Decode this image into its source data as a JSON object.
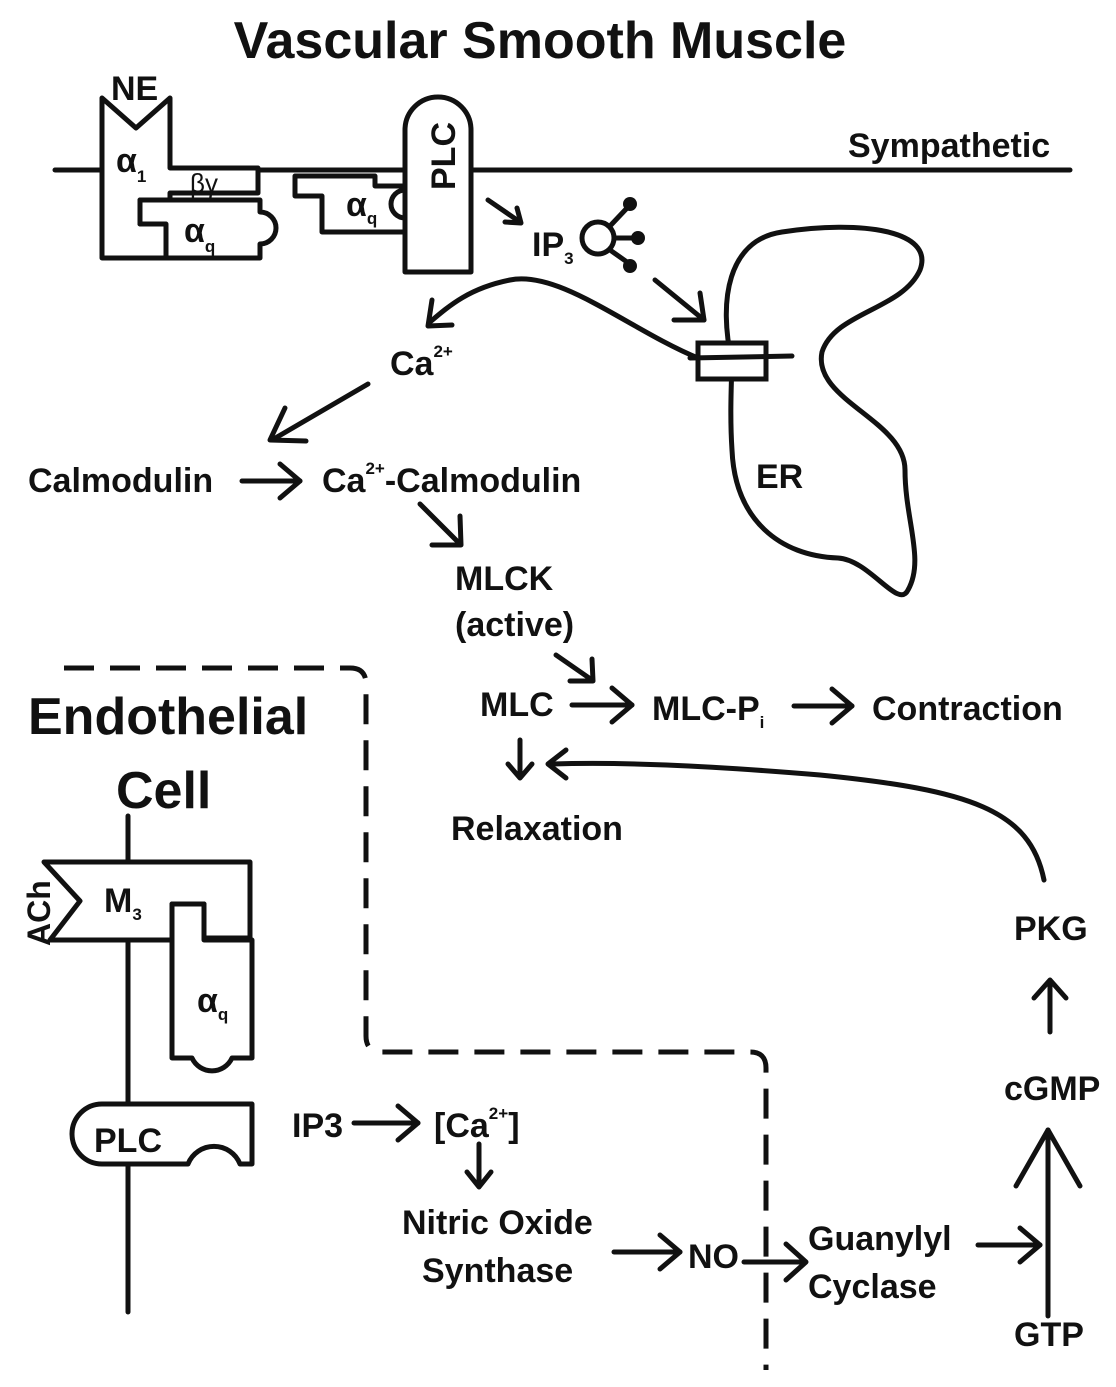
{
  "title": "Vascular Smooth Muscle",
  "membrane_label": "Sympathetic",
  "receptor_ligand": "NE",
  "receptor": {
    "symbol": "α",
    "sub": "1"
  },
  "beta_gamma": "βγ",
  "gq_symbol": "α",
  "gq_sub": "q",
  "plc_label": "PLC",
  "ip3": {
    "main": "IP",
    "sub": "3"
  },
  "er_label": "ER",
  "ca": {
    "main": "Ca",
    "sup": "2+"
  },
  "calmodulin": "Calmodulin",
  "ca_calmodulin": {
    "main": "Ca",
    "sup": "2+",
    "rest": "-Calmodulin"
  },
  "mlck": {
    "line1": "MLCK",
    "line2": "(active)"
  },
  "mlc": "MLC",
  "mlc_pi": {
    "main": "MLC-P",
    "sub": "i"
  },
  "contraction": "Contraction",
  "relaxation": "Relaxation",
  "endothelial": {
    "line1": "Endothelial",
    "line2": "Cell"
  },
  "ach": "ACh",
  "m3": {
    "main": "M",
    "sub": "3"
  },
  "endo_gq": {
    "symbol": "α",
    "sub": "q"
  },
  "endo_plc": "PLC",
  "endo_ip3": "IP3",
  "endo_ca": {
    "open": "[Ca",
    "sup": "2+",
    "close": "]"
  },
  "nos": {
    "line1": "Nitric Oxide",
    "line2": "Synthase"
  },
  "no": "NO",
  "guanylyl": {
    "line1": "Guanylyl",
    "line2": "Cyclase"
  },
  "gtp": "GTP",
  "cgmp": "cGMP",
  "pkg": "PKG"
}
